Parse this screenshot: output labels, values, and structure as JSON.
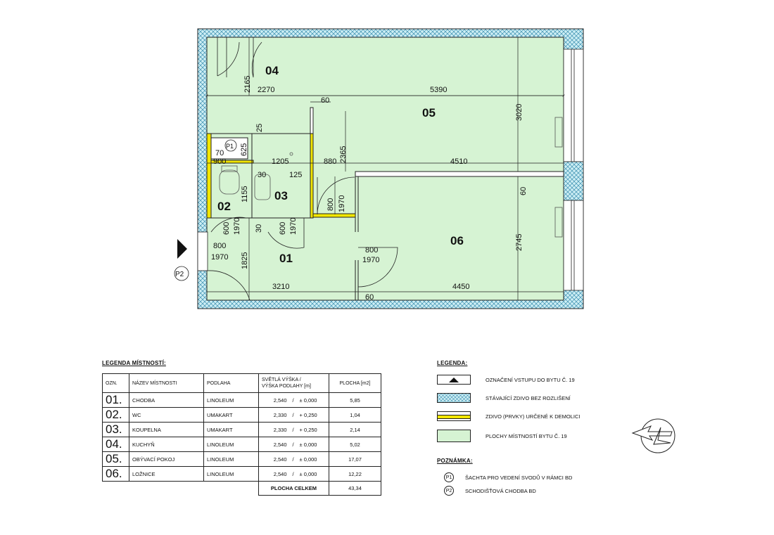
{
  "plan": {
    "rooms": [
      {
        "id": "04",
        "label": "04"
      },
      {
        "id": "05",
        "label": "05"
      },
      {
        "id": "02",
        "label": "02"
      },
      {
        "id": "03",
        "label": "03"
      },
      {
        "id": "01",
        "label": "01"
      },
      {
        "id": "06",
        "label": "06"
      }
    ],
    "dimensions": [
      "2165",
      "2270",
      "5390",
      "60",
      "3020",
      "25",
      "625",
      "70",
      "2365",
      "1205",
      "900",
      "880",
      "4510",
      "30",
      "125",
      "1155",
      "800",
      "1970",
      "60",
      "600",
      "1970",
      "30",
      "600",
      "1970",
      "800",
      "1970",
      "800",
      "1970",
      "2745",
      "1825",
      "3210",
      "4450",
      "60"
    ],
    "markers": {
      "p1": "P1",
      "p2": "P2"
    }
  },
  "rooms_legend": {
    "title": "LEGENDA MÍSTNOSTÍ:",
    "headers": {
      "ozn": "OZN.",
      "name": "NÁZEV MÍSTNOSTI",
      "floor": "PODLAHA",
      "height_1": "SVĚTLÁ VÝŠKA /",
      "height_2": "VÝŠKA PODLAHY [m]",
      "area": "PLOCHA [m2]"
    },
    "rows": [
      {
        "ozn": "01.",
        "name": "CHODBA",
        "floor": "LINOLEUM",
        "height": "2,540",
        "sep": "/",
        "floor_level": "± 0,000",
        "area": "5,85"
      },
      {
        "ozn": "02.",
        "name": "WC",
        "floor": "UMAKART",
        "height": "2,330",
        "sep": "/",
        "floor_level": "+ 0,250",
        "area": "1,04"
      },
      {
        "ozn": "03.",
        "name": "KOUPELNA",
        "floor": "UMAKART",
        "height": "2,330",
        "sep": "/",
        "floor_level": "+ 0,250",
        "area": "2,14"
      },
      {
        "ozn": "04.",
        "name": "KUCHYŇ",
        "floor": "LINOLEUM",
        "height": "2,540",
        "sep": "/",
        "floor_level": "± 0,000",
        "area": "5,02"
      },
      {
        "ozn": "05.",
        "name": "OBÝVACÍ POKOJ",
        "floor": "LINOLEUM",
        "height": "2,540",
        "sep": "/",
        "floor_level": "± 0,000",
        "area": "17,07"
      },
      {
        "ozn": "06.",
        "name": "LOŽNICE",
        "floor": "LINOLEUM",
        "height": "2,540",
        "sep": "/",
        "floor_level": "± 0,000",
        "area": "12,22"
      }
    ],
    "total_label": "PLOCHA CELKEM",
    "total_value": "43,34"
  },
  "legend": {
    "title": "LEGENDA:",
    "items": [
      {
        "symbol": "entrance-triangle",
        "text": "OZNAČENÍ VSTUPU DO BYTU Č. 19"
      },
      {
        "symbol": "existing-wall-hatch",
        "text": "STÁVAJÍCÍ ZDIVO BEZ ROZLIŠENÍ"
      },
      {
        "symbol": "demolition-wall",
        "text": "ZDIVO (PRVKY) URČENÉ K DEMOLICI"
      },
      {
        "symbol": "room-area-fill",
        "text": "PLOCHY MÍSTNOSTÍ BYTU Č. 19"
      }
    ]
  },
  "notes": {
    "title": "POZNÁMKA:",
    "items": [
      {
        "marker": "P1",
        "text": "ŠACHTA PRO VEDENÍ SVODŮ V RÁMCI BD"
      },
      {
        "marker": "P2",
        "text": "SCHODIŠŤOVÁ CHODBA BD"
      }
    ]
  },
  "colors": {
    "room_fill": "#d6f3d3",
    "demolition_yellow": "#f2e600",
    "existing_wall": "#b9e6ee",
    "line": "#222222"
  }
}
